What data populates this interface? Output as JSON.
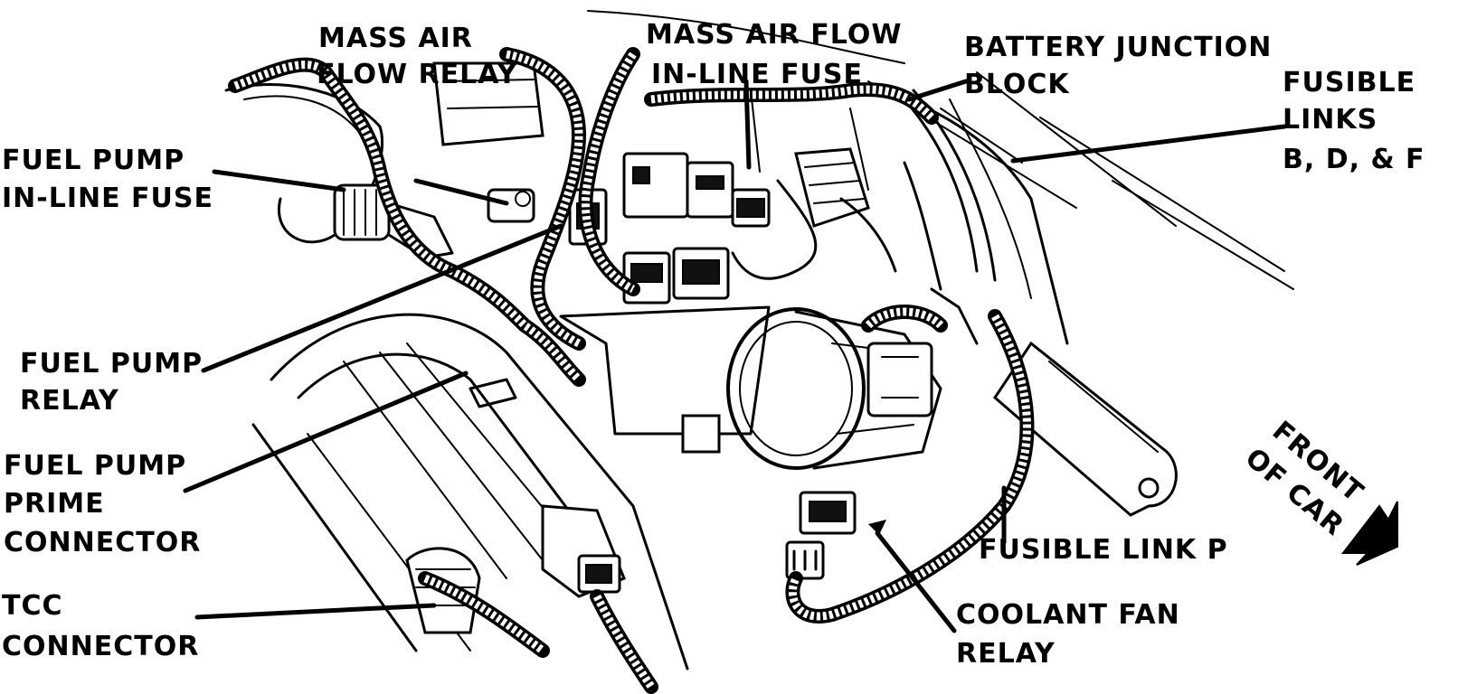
{
  "labels": {
    "mass_air_flow_relay": [
      "MASS AIR",
      "FLOW RELAY"
    ],
    "mass_air_flow_fuse": [
      "MASS AIR FLOW",
      "IN-LINE FUSE"
    ],
    "battery_junction_block": [
      "BATTERY JUNCTION",
      "BLOCK"
    ],
    "fusible_links_bdf": [
      "FUSIBLE",
      "LINKS",
      "B, D, & F"
    ],
    "fuel_pump_fuse": [
      "FUEL PUMP",
      "IN-LINE FUSE"
    ],
    "fuel_pump_relay": [
      "FUEL PUMP",
      "RELAY"
    ],
    "fuel_pump_prime": [
      "FUEL PUMP",
      "PRIME",
      "CONNECTOR"
    ],
    "tcc_connector": [
      "TCC",
      "CONNECTOR"
    ],
    "fusible_link_p": [
      "FUSIBLE LINK P"
    ],
    "coolant_fan_relay": [
      "COOLANT FAN",
      "RELAY"
    ],
    "front_of_car": [
      "FRONT",
      "OF CAR"
    ]
  },
  "colors": {
    "ink": "#000000",
    "paper": "#ffffff"
  }
}
